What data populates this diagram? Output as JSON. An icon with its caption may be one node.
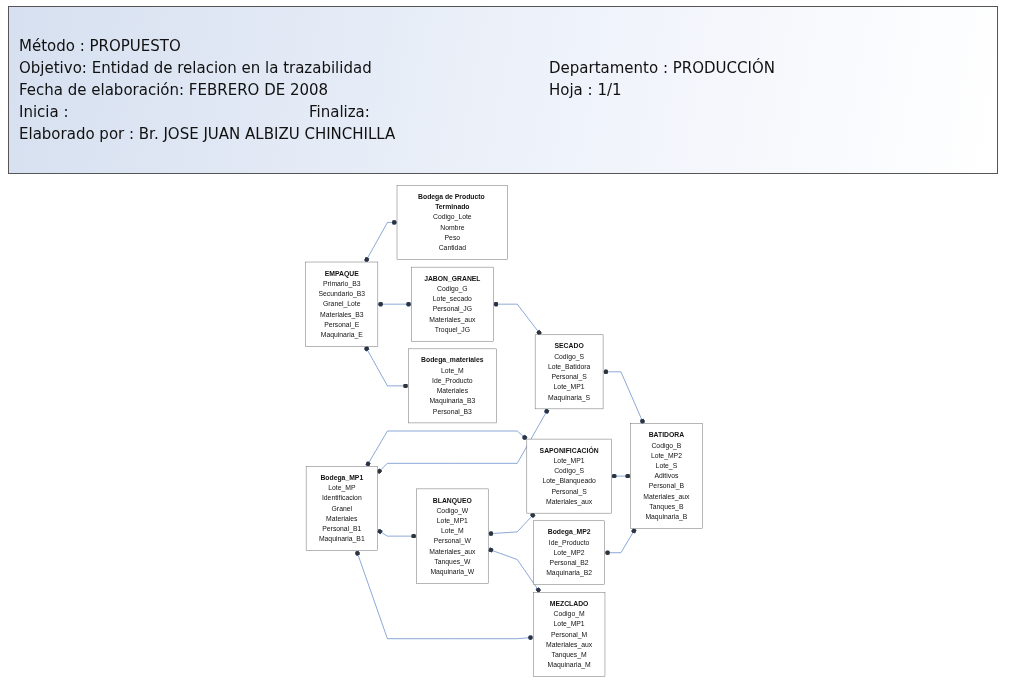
{
  "diagram": {
    "nodes": [
      {
        "text": [
          "EMPAQUE",
          "Primario_B3",
          "Secundario_B3",
          "Granel_Lote",
          "Materiales_B3",
          "Personal_E",
          "Maquinaria_E"
        ]
      },
      {
        "text": [
          "Bodega_materiales",
          "Lote_M",
          "Ide_Producto",
          "Materiales",
          "Maquinaria_B3",
          "Personal_B3"
        ]
      },
      {
        "text": [
          "Bodega_MP1",
          "Lote_MP",
          "Identificacion",
          "Granel",
          "Materiales",
          "Personal_B1",
          "Maquinaria_B1"
        ]
      },
      {
        "text": [
          "BLANQUEO",
          "Codigo_W",
          "Lote_MP1",
          "Lote_M",
          "Personal_W",
          "Materiales_aux",
          "Tanques_W",
          "Maquinaria_W"
        ]
      },
      {
        "text": [
          "MEZCLADO",
          "Codigo_M",
          "Lote_MP1",
          "Personal_M",
          "Materiales_aux",
          "Tanques_M",
          "Maquinaria_M"
        ]
      },
      {
        "text": [
          "JABON_GRANEL",
          "Codigo_G",
          "Lote_secado",
          "Personal_JG",
          "Materiales_aux",
          "Troquel_JG"
        ]
      },
      {
        "text": [
          "SAPONIFICACIÓN",
          "Lote_MP1",
          "Codigo_S",
          "Lote_Blanqueado",
          "Personal_S",
          "Materiales_aux"
        ]
      },
      {
        "text": [
          "Bodega de Producto Terminado",
          "Codigo_Lote",
          "Nombre",
          "Peso",
          "Cantidad"
        ]
      },
      {
        "text": [
          "Bodega_MP2",
          "Ide_Producto",
          "Lote_MP2",
          "Personal_B2",
          "Maquinaria_B2"
        ]
      },
      {
        "text": [
          "BATIDORA",
          "Codigo_B",
          "Lote_MP2",
          "Lote_S",
          "Aditivos",
          "Personal_B",
          "Materiales_aux",
          "Tanques_B",
          "Maquinaria_B"
        ]
      },
      {
        "text": [
          "SECADO",
          "Codigo_S",
          "Lote_Batidora",
          "Personal_S",
          "Lote_MP1",
          "Maquinaria_S"
        ]
      }
    ],
    "edges": [
      {
        "from": 0,
        "to": 1,
        "arrow": "other"
      },
      {
        "from": 0,
        "to": 5,
        "arrow": "other"
      },
      {
        "from": 0,
        "to": 7,
        "arrow": "other"
      },
      {
        "from": 2,
        "to": 4,
        "arrow": "other"
      },
      {
        "from": 2,
        "to": 3,
        "arrow": "other"
      },
      {
        "from": 2,
        "to": 10,
        "arrow": "other"
      },
      {
        "from": 2,
        "to": 6,
        "arrow": "other"
      },
      {
        "from": 3,
        "to": 4,
        "arrow": "other"
      },
      {
        "from": 3,
        "to": 6,
        "arrow": "other"
      },
      {
        "from": 5,
        "to": 10,
        "arrow": "other"
      },
      {
        "from": 6,
        "to": 9,
        "arrow": "other"
      },
      {
        "from": 8,
        "to": 9,
        "arrow": "other"
      },
      {
        "from": 10,
        "to": 9,
        "arrow": "other"
      }
    ],
    "labels": [
      "Método : PROPUESTO",
      "Objetivo: Entidad de relacion en la trazabilidad",
      "Departamento : PRODUCCIÓN",
      "Fecha de elaboración: FEBRERO DE 2008",
      "Hoja : 1/1",
      "Inicia :",
      "Finaliza:",
      "Elaborado por : Br. JOSE JUAN ALBIZU CHINCHILLA"
    ]
  }
}
